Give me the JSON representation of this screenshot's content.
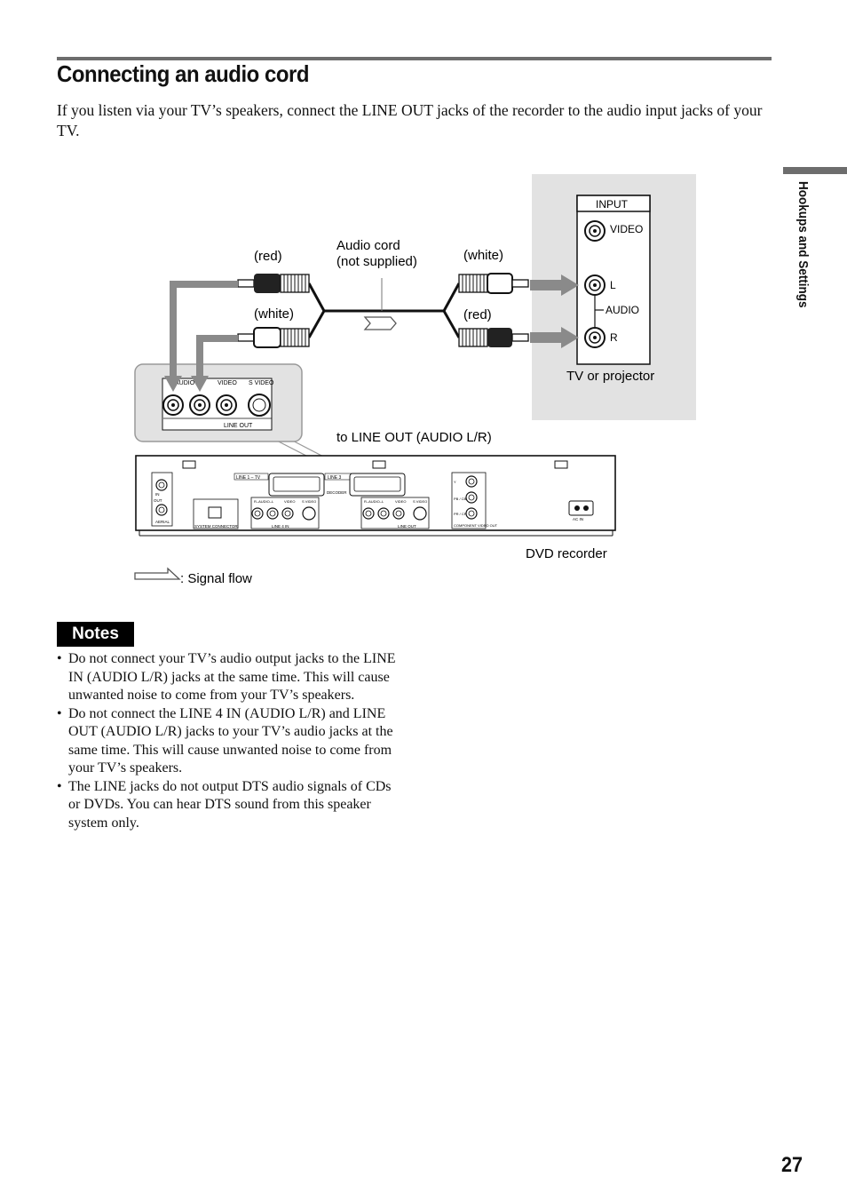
{
  "header": {
    "title": "Connecting an audio cord",
    "intro": "If you listen via your TV’s speakers, connect the LINE OUT jacks of the recorder to the audio input jacks of your TV."
  },
  "side_tab": {
    "label": "Hookups and Settings"
  },
  "diagram": {
    "label_red_left": "(red)",
    "label_white_left": "(white)",
    "label_cord": "Audio cord",
    "label_cord_sub": "(not supplied)",
    "label_white_right": "(white)",
    "label_red_right": "(red)",
    "tv": {
      "input": "INPUT",
      "video": "VIDEO",
      "l": "L",
      "audio": "AUDIO",
      "r": "R",
      "caption": "TV or projector"
    },
    "inset": {
      "audio": "AUDIO",
      "video": "VIDEO",
      "svideo": "S VIDEO",
      "line_out": "LINE OUT"
    },
    "to_line_out": "to LINE OUT (AUDIO L/R)",
    "recorder": {
      "caption": "DVD recorder",
      "line1_tv": "LINE 1 – TV",
      "line3": "LINE 3",
      "decoder": "DECODER",
      "system_connector": "SYSTEM CONNECTOR",
      "line4_in": "LINE 4 IN",
      "line_out": "LINE OUT",
      "component_out": "COMPONENT VIDEO OUT",
      "ac_in": "AC IN",
      "aerial": "AERIAL",
      "in": "IN",
      "out": "OUT",
      "r_audio_l": "R–AUDIO–L",
      "video": "VIDEO",
      "s_video": "S VIDEO",
      "y": "Y",
      "pb": "PB / CB",
      "pr": "PR / CR"
    },
    "signal_flow": ": Signal flow"
  },
  "notes": {
    "badge": "Notes",
    "items": [
      "Do not connect your TV’s audio output jacks to the LINE IN (AUDIO L/R) jacks at the same time. This will cause unwanted noise to come from your TV’s speakers.",
      "Do not connect the LINE 4 IN (AUDIO L/R) and LINE OUT (AUDIO L/R) jacks to your TV’s audio jacks at the same time. This will cause unwanted noise to come from your TV’s speakers.",
      "The LINE jacks do not output DTS audio signals of CDs or DVDs. You can hear DTS sound from this speaker system only."
    ]
  },
  "page_number": "27",
  "colors": {
    "rule": "#6d6d6d",
    "panel": "#e2e2e2",
    "arrow": "#8a8a8a",
    "ink": "#111111"
  }
}
